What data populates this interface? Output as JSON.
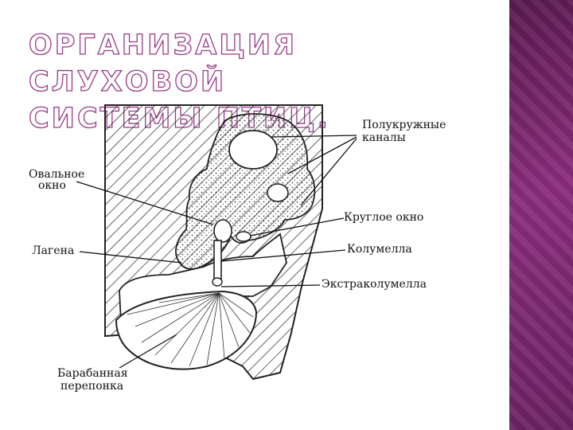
{
  "slide": {
    "title_line1": "ОРГАНИЗАЦИЯ СЛУХОВОЙ",
    "title_line2": "СИСТЕМЫ ПТИЦ.",
    "accent_color": "#9b3a88",
    "side_band_color": "#7a2670"
  },
  "diagram": {
    "labels": {
      "semicircular_canals_line1": "Полукружные",
      "semicircular_canals_line2": "каналы",
      "oval_window_line1": "Овальное",
      "oval_window_line2": "окно",
      "round_window": "Круглое окно",
      "lagena": "Лагена",
      "columella": "Колумелла",
      "extracolumella": "Экстраколумелла",
      "tympanic_membrane_line1": "Барабанная",
      "tympanic_membrane_line2": "перепонка"
    }
  }
}
